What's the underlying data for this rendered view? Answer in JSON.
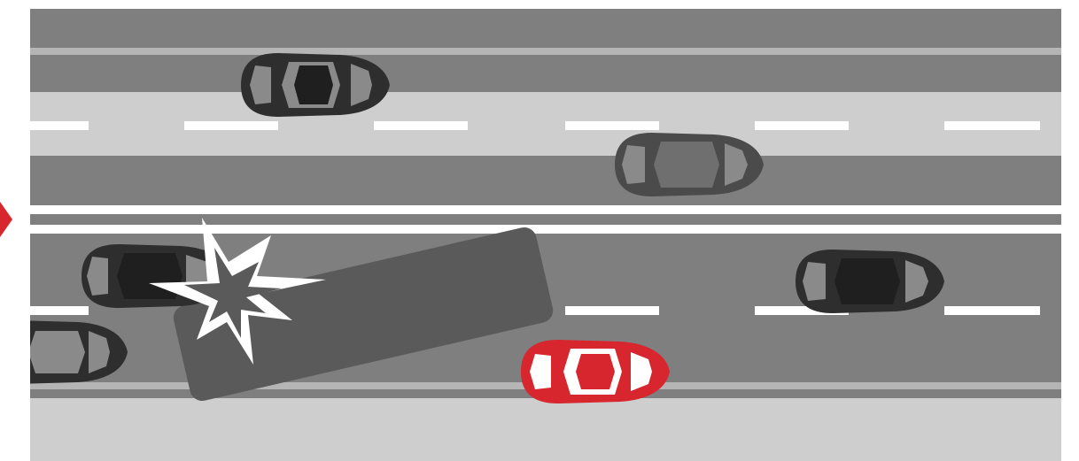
{
  "scene": {
    "colors": {
      "background": "#ffffff",
      "road_dark": "#7f7f7f",
      "road_light": "#cecece",
      "stripe": "#b5b5b5",
      "lane_mark": "#ffffff",
      "median": "#ffffff",
      "car_dark": "#2e2e2e",
      "car_mid": "#4b4b4b",
      "car_glass": "#8a8a8a",
      "car_red": "#d7262e",
      "truck": "#5a5a5a",
      "arrow": "#d7262e"
    },
    "vehicles": [
      {
        "id": "car-top-left",
        "color": "dark",
        "heading": "right"
      },
      {
        "id": "car-top-right",
        "color": "mid",
        "heading": "right"
      },
      {
        "id": "car-crash-left",
        "color": "dark",
        "heading": "right"
      },
      {
        "id": "car-bottom-left",
        "color": "dark",
        "heading": "right"
      },
      {
        "id": "car-bottom-right",
        "color": "dark",
        "heading": "right"
      },
      {
        "id": "car-red",
        "color": "red",
        "heading": "right"
      },
      {
        "id": "truck-jackknifed",
        "color": "truck",
        "heading": "skewed"
      }
    ],
    "icons": [
      "crash-burst-icon",
      "arrow-right-icon"
    ]
  }
}
